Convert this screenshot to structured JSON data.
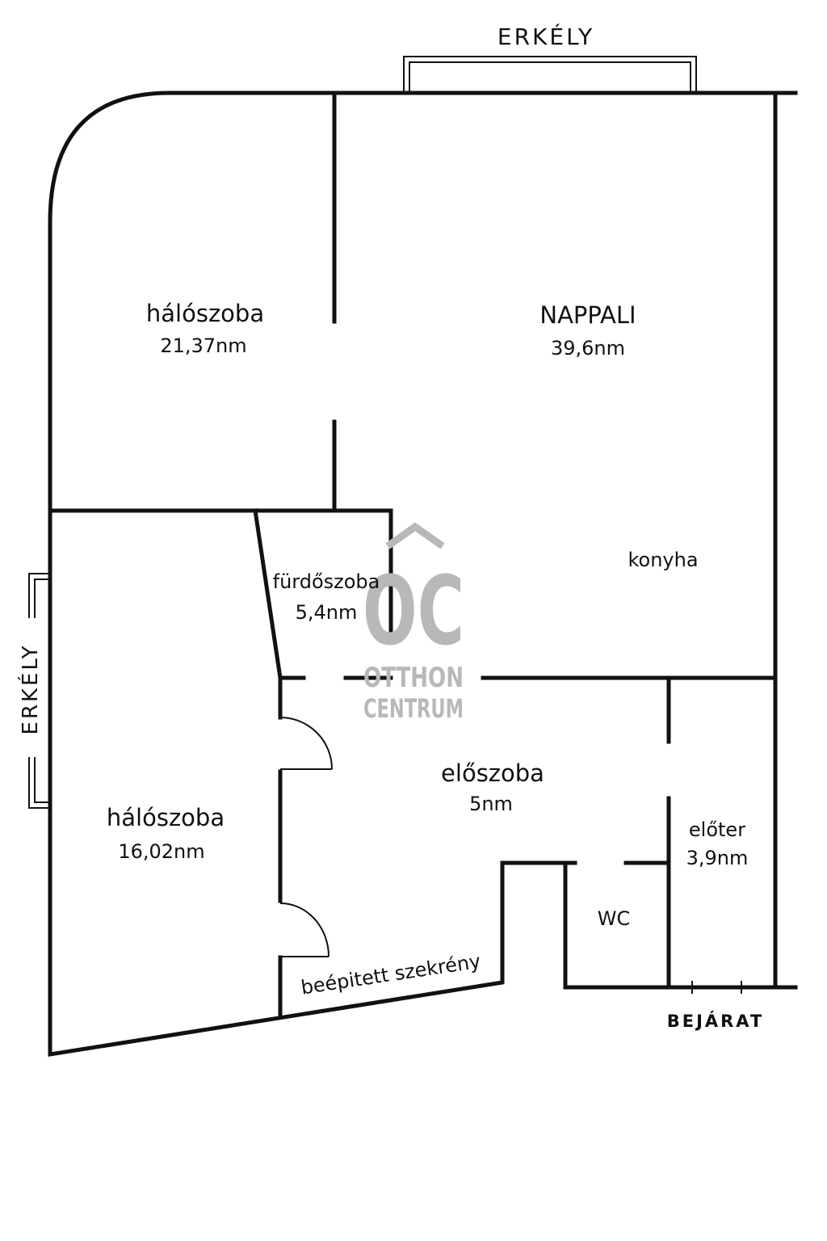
{
  "labels": {
    "balcony_top": "ERKÉLY",
    "balcony_left": "ERKÉLY",
    "entrance": "BEJÁRAT"
  },
  "rooms": {
    "bedroom_1": {
      "name": "hálószoba",
      "area": "21,37nm"
    },
    "living": {
      "name": "NAPPALI",
      "area": "39,6nm"
    },
    "kitchen": {
      "name": "konyha"
    },
    "bathroom": {
      "name": "fürdőszoba",
      "area": "5,4nm"
    },
    "hall": {
      "name": "előszoba",
      "area": "5nm"
    },
    "bedroom_2": {
      "name": "hálószoba",
      "area": "16,02nm"
    },
    "vestibule": {
      "name": "előter",
      "area": "3,9nm"
    },
    "wc": {
      "name": "WC"
    },
    "wardrobe": {
      "name": "beépitett szekrény"
    }
  },
  "watermark": {
    "logo": "OC",
    "line1": "OTTHON",
    "line2": "CENTRUM",
    "color": "#b8b8b8"
  }
}
